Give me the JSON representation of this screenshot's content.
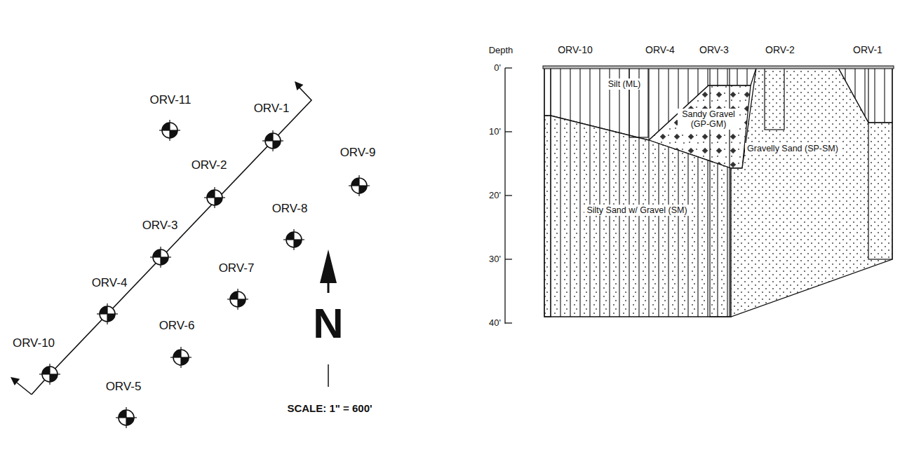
{
  "diagram": {
    "nodes": [
      {
        "text": [
          "Silt (ML)"
        ]
      },
      {
        "text": [
          "Sandy Gravel (GP-GM)"
        ]
      },
      {
        "text": [
          "Silty Sand w/ Gravel (SM)"
        ]
      },
      {
        "text": [
          "Gravelly Sand (SP-SM)"
        ]
      }
    ],
    "labels": [
      "ORV-11",
      "ORV-1",
      "ORV-9",
      "ORV-2",
      "ORV-8",
      "ORV-3",
      "ORV-7",
      "ORV-4",
      "ORV-10",
      "ORV-6",
      "ORV-5",
      "N",
      "SCALE: 1\" = 600'",
      "Depth",
      "ORV-10",
      "ORV-4",
      "ORV-3",
      "ORV-2",
      "ORV-1",
      "0'",
      "10'",
      "20'",
      "30'",
      "40'"
    ]
  }
}
